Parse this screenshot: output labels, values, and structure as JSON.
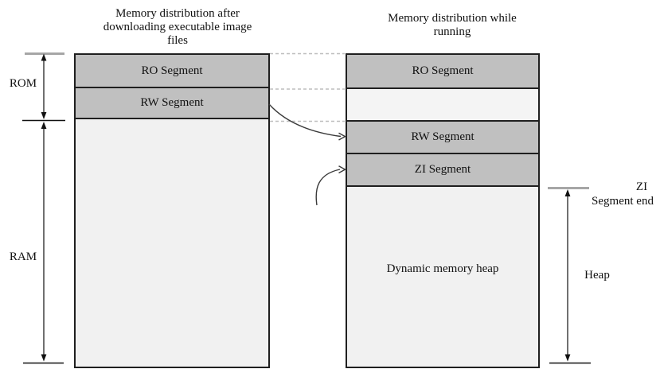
{
  "diagram": {
    "left_column": {
      "title": "Memory distribution after downloading executable image files",
      "segments": {
        "ro": "RO Segment",
        "rw": "RW Segment"
      }
    },
    "right_column": {
      "title": "Memory distribution while running",
      "segments": {
        "ro": "RO Segment",
        "rw": "RW Segment",
        "zi": "ZI Segment",
        "heap": "Dynamic memory heap"
      }
    },
    "labels": {
      "rom": "ROM",
      "ram": "RAM",
      "zi_end_line1": "ZI",
      "zi_end_line2": "Segment end",
      "heap": "Heap"
    },
    "colors": {
      "segment_fill": "#c0c0c0",
      "empty_fill": "#f1f1f1",
      "gap_fill": "#f4f4f4",
      "border": "#1f1f1f",
      "tick_gray": "#a6a6a6",
      "tick_black": "#111111",
      "dashed_line": "#bdbdbd",
      "arrow": "#3a3a3a"
    }
  }
}
